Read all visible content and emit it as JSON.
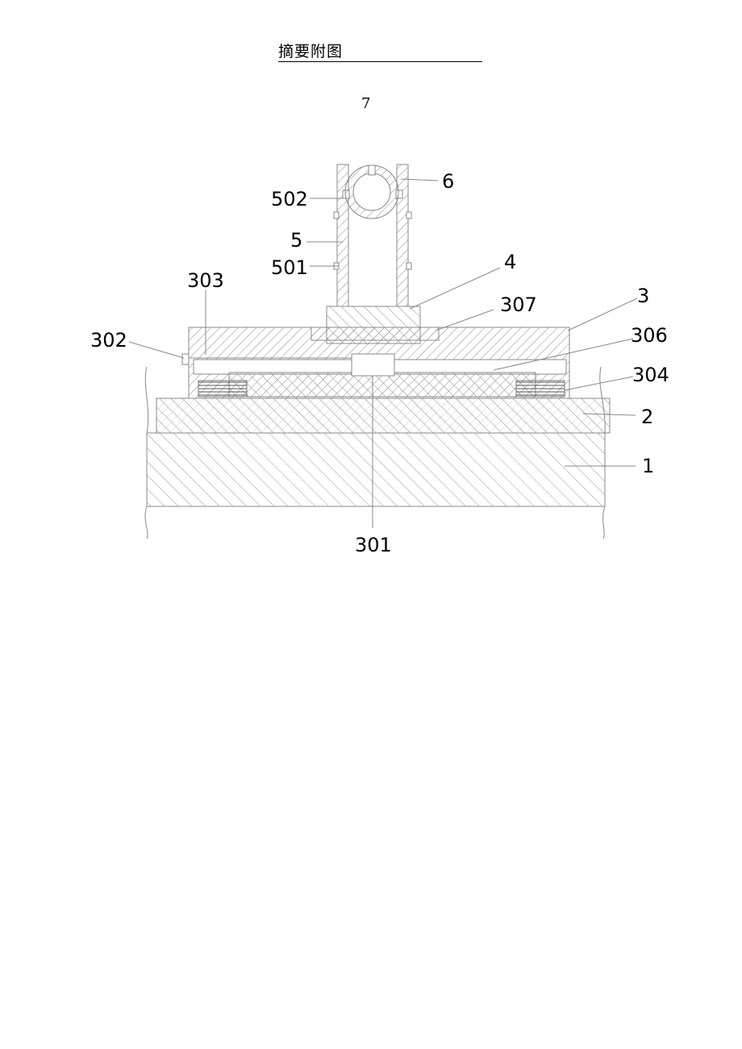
{
  "header": {
    "title": "摘要附图"
  },
  "page_number": "7",
  "labels": {
    "l6": "6",
    "l502": "502",
    "l5": "5",
    "l501": "501",
    "l4": "4",
    "l303": "303",
    "l307": "307",
    "l3": "3",
    "l302": "302",
    "l306": "306",
    "l304": "304",
    "l2": "2",
    "l1": "1",
    "l301": "301"
  }
}
